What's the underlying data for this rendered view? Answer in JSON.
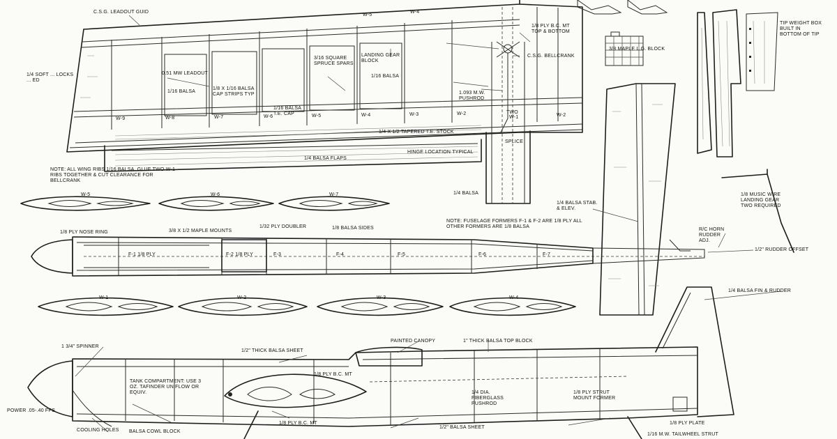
{
  "labels": {
    "csg_leadout_guide": "C.S.G. LEADOUT GUID",
    "wing_tip_note": "1/4 SOFT ... LOCKS ... ED",
    "leadout": "0.51 MW LEADOUT",
    "balsa_1_16_a": "1/16 BALSA",
    "cap_strips": "1/8 X 1/16 BALSA CAP STRIPS TYP",
    "spruce_spars": "3/16 SQUARE SPRUCE SPARS",
    "landing_gear_block": "LANDING GEAR BLOCK",
    "balsa_1_16_b": "1/16 BALSA",
    "te_cap": "1/16 BALSA T.E. CAP",
    "ply_bc_mt_top": "1/8 PLY B.C. MT TOP & BOTTOM",
    "csg_bellcrank": "C.S.G. BELLCRANK",
    "pushrod_093": "1.093 M.W. PUSHROD",
    "twos": "TWO",
    "te_stock": "1/4 X 1/2 TAPERED T.E. STOCK",
    "hinge_location": "HINGE LOCATION TYPICAL",
    "splice": "SPLICE",
    "balsa_flaps": "1/4 BALSA FLAPS",
    "balsa_1_4": "1/4 BALSA",
    "maple_lg_block": "3/8 MAPLE L.G. BLOCK",
    "tip_weight_box": "TIP WEIGHT BOX BUILT IN BOTTOM OF TIP",
    "rib_note": "NOTE: ALL WING RIBS 1/16 BALSA. GLUE TWO W-1 RIBS TOGETHER & CUT CLEARANCE FOR BELLCRANK",
    "former_note": "NOTE: FUSELAGE FORMERS F-1 & F-2 ARE 1/8 PLY ALL OTHER FORMERS ARE 1/8 BALSA",
    "stab_elev": "1/4 BALSA STAB. & ELEV.",
    "music_wire_gear": "1/8 MUSIC WIRE LANDING GEAR TWO REQUIRED",
    "nose_ring": "1/8 PLY NOSE RING",
    "maple_mounts": "3/8 X 1/2 MAPLE MOUNTS",
    "ply_doubler": "1/32 PLY DOUBLER",
    "balsa_sides": "1/8 BALSA SIDES",
    "rc_horn": "R/C HORN RUDDER ADJ.",
    "rudder_offset": "1/2\" RUDDER OFFSET",
    "fin_rudder": "1/4 BALSA FIN & RUDDER",
    "painted_canopy": "PAINTED CANOPY",
    "top_sheet": "1/2\" THICK BALSA SHEET",
    "top_block": "1\" THICK BALSA TOP BLOCK",
    "spinner": "1 3/4\" SPINNER",
    "tank_compartment": "TANK COMPARTMENT: USE 3 OZ. TAFINDER UNIFLOW OR EQUIV.",
    "ply_bc_mt_a": "1/8 PLY B.C. MT",
    "fiberglass_pushrod": "1/4 DIA. FIBERGLASS PUSHROD",
    "strut_mount": "1/8 PLY STRUT MOUNT FORMER",
    "power": "POWER .05-.40 FPS",
    "cooling_holes": "COOLING HOLES",
    "cowl_block": "BALSA COWL BLOCK",
    "ply_bc_mt_b": "1/8 PLY B.C. MT",
    "bottom_sheet": "1/2\" BALSA SHEET",
    "ply_plate": "1/8 PLY PLATE",
    "tailwheel_strut": "1/16 M.W. TAILWHEEL STRUT"
  },
  "wing_stations": [
    "W-9",
    "W-8",
    "W-7",
    "W-6",
    "W-5",
    "W-4",
    "W-3",
    "W-2",
    "W-1",
    "W-2",
    "W-5",
    "W-4"
  ],
  "fuselage_formers": [
    "F-1 1/8 PLY",
    "F-2 1/8 PLY",
    "F-3",
    "F-4",
    "F-5",
    "F-6",
    "F-7"
  ],
  "rib_labels": [
    "W-5",
    "W-6",
    "W-7",
    "W-1",
    "W-2",
    "W-3",
    "W-4"
  ]
}
